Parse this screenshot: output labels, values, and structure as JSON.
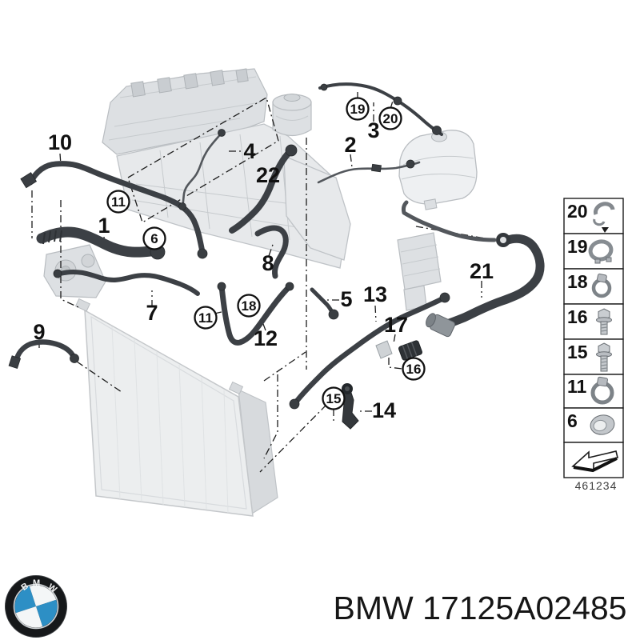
{
  "diagram": {
    "drawing_number": "461234",
    "labels": {
      "l10": "10",
      "l1": "1",
      "l4": "4",
      "l22": "22",
      "l2": "2",
      "l3": "3",
      "l8": "8",
      "l7": "7",
      "l9": "9",
      "l12": "12",
      "l5": "5",
      "l13": "13",
      "l17": "17",
      "l14": "14",
      "l21": "21",
      "c11a": "11",
      "c6": "6",
      "c19": "19",
      "c20": "20",
      "c11b": "11",
      "c18": "18",
      "c16": "16",
      "c15": "15"
    },
    "legend": {
      "rows": [
        {
          "num": "20",
          "icon": "spring-band-clamp"
        },
        {
          "num": "19",
          "icon": "profile-ring-clamp"
        },
        {
          "num": "18",
          "icon": "screw-hose-clamp"
        },
        {
          "num": "16",
          "icon": "hex-flange-bolt"
        },
        {
          "num": "15",
          "icon": "hex-flange-bolt-long"
        },
        {
          "num": "11",
          "icon": "screw-hose-clamp-large"
        },
        {
          "num": "6",
          "icon": "connector-sleeve"
        },
        {
          "num": "",
          "icon": "direction-arrow"
        }
      ]
    }
  },
  "footer": {
    "part_text": "BMW 17125A02485",
    "logo_letters": {
      "b": "B",
      "m": "M",
      "w": "W"
    }
  }
}
